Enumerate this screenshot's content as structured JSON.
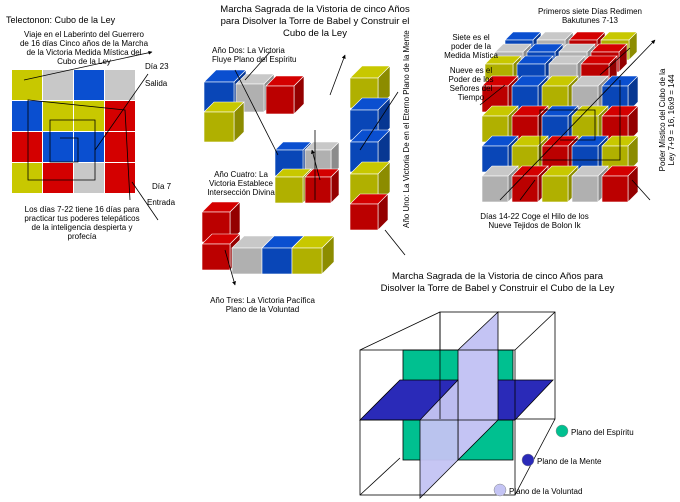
{
  "colors": {
    "red": "#d40000",
    "blue": "#0a4fd0",
    "yellow": "#c8c800",
    "gray": "#c8c8c8",
    "teal": "#00c090",
    "navy": "#2a2ab8",
    "lavender": "#c4c4f4"
  },
  "panel1": {
    "title": "Telectonon: Cubo de la Ley",
    "caption_top": [
      "Viaje en el Laberinto del Guerrero",
      "de 16 días Cinco años de la Marcha",
      "de la Victoria Medida Mística del",
      "Cubo de la Ley"
    ],
    "label_day23": "Día 23",
    "label_exit": "Salida",
    "label_day7": "Día 7",
    "label_entry": "Entrada",
    "caption_bottom": [
      "Los días 7-22 tiene 16 días para",
      "practicar tus poderes telepáticos",
      "de la inteligencia despierta y",
      "profecía"
    ],
    "grid": [
      [
        "yellow",
        "gray",
        "blue",
        "gray"
      ],
      [
        "blue",
        "yellow",
        "yellow",
        "red"
      ],
      [
        "red",
        "blue",
        "blue",
        "red"
      ],
      [
        "yellow",
        "red",
        "gray",
        "red"
      ]
    ]
  },
  "panel2": {
    "title": [
      "Marcha Sagrada de la Vistoria de cinco Años",
      "para Disolver la Torre de Babel y Construir el",
      "Cubo de la Ley"
    ],
    "year_two": [
      "Año Dos: La Victoria",
      "Fluye Plano del Espíritu"
    ],
    "year_four": [
      "Año Cuatro: La",
      "Victoria Establece",
      "Intersección Divina"
    ],
    "year_one": "Año Uno: La Victoria De en el Eterno Plano de la Mente",
    "year_three": [
      "Año Tres: La Victoria Pacífica",
      "Plano de la Voluntad"
    ]
  },
  "panel3": {
    "caption_top": [
      "Primeros siete Días Redimen",
      "Bakutunes 7-13"
    ],
    "seven_power": [
      "Siete es el",
      "poder de la",
      "Medida Mística"
    ],
    "nine_power": [
      "Nueve es el",
      "Poder de los",
      "Señores del",
      "Tiempo"
    ],
    "side_text": [
      "Poder Místico del Cubo de la",
      "Ley 7+9 = 16, 16x9 = 144"
    ],
    "caption_bottom": [
      "Días 14-22 Coge el Hilo de los",
      "Nueve Tejidos de Bolon Ik"
    ]
  },
  "panel4": {
    "title": [
      "Marcha Sagrada de la Vistoria de cinco Años para",
      "Disolver la Torre de Babel y Construir el Cubo de la Ley"
    ],
    "legend": [
      {
        "label": "Plano del Espíritu",
        "color": "#00c090"
      },
      {
        "label": "Plano de la Mente",
        "color": "#2a2ab8"
      },
      {
        "label": "Plano de la Voluntad",
        "color": "#c4c4f4"
      }
    ]
  }
}
